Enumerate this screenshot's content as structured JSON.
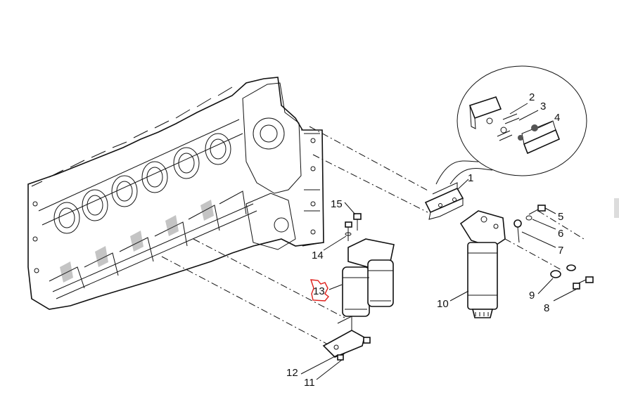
{
  "diagram": {
    "callouts": [
      {
        "id": "1",
        "label": "1"
      },
      {
        "id": "2",
        "label": "2"
      },
      {
        "id": "3",
        "label": "3"
      },
      {
        "id": "4",
        "label": "4"
      },
      {
        "id": "5",
        "label": "5"
      },
      {
        "id": "6",
        "label": "6"
      },
      {
        "id": "7",
        "label": "7"
      },
      {
        "id": "8",
        "label": "8"
      },
      {
        "id": "9",
        "label": "9"
      },
      {
        "id": "10",
        "label": "10"
      },
      {
        "id": "11",
        "label": "11"
      },
      {
        "id": "12",
        "label": "12"
      },
      {
        "id": "13",
        "label": "13"
      },
      {
        "id": "14",
        "label": "14"
      },
      {
        "id": "15",
        "label": "15"
      }
    ],
    "highlight_color": "#e0201b",
    "line_color": "#111111"
  }
}
